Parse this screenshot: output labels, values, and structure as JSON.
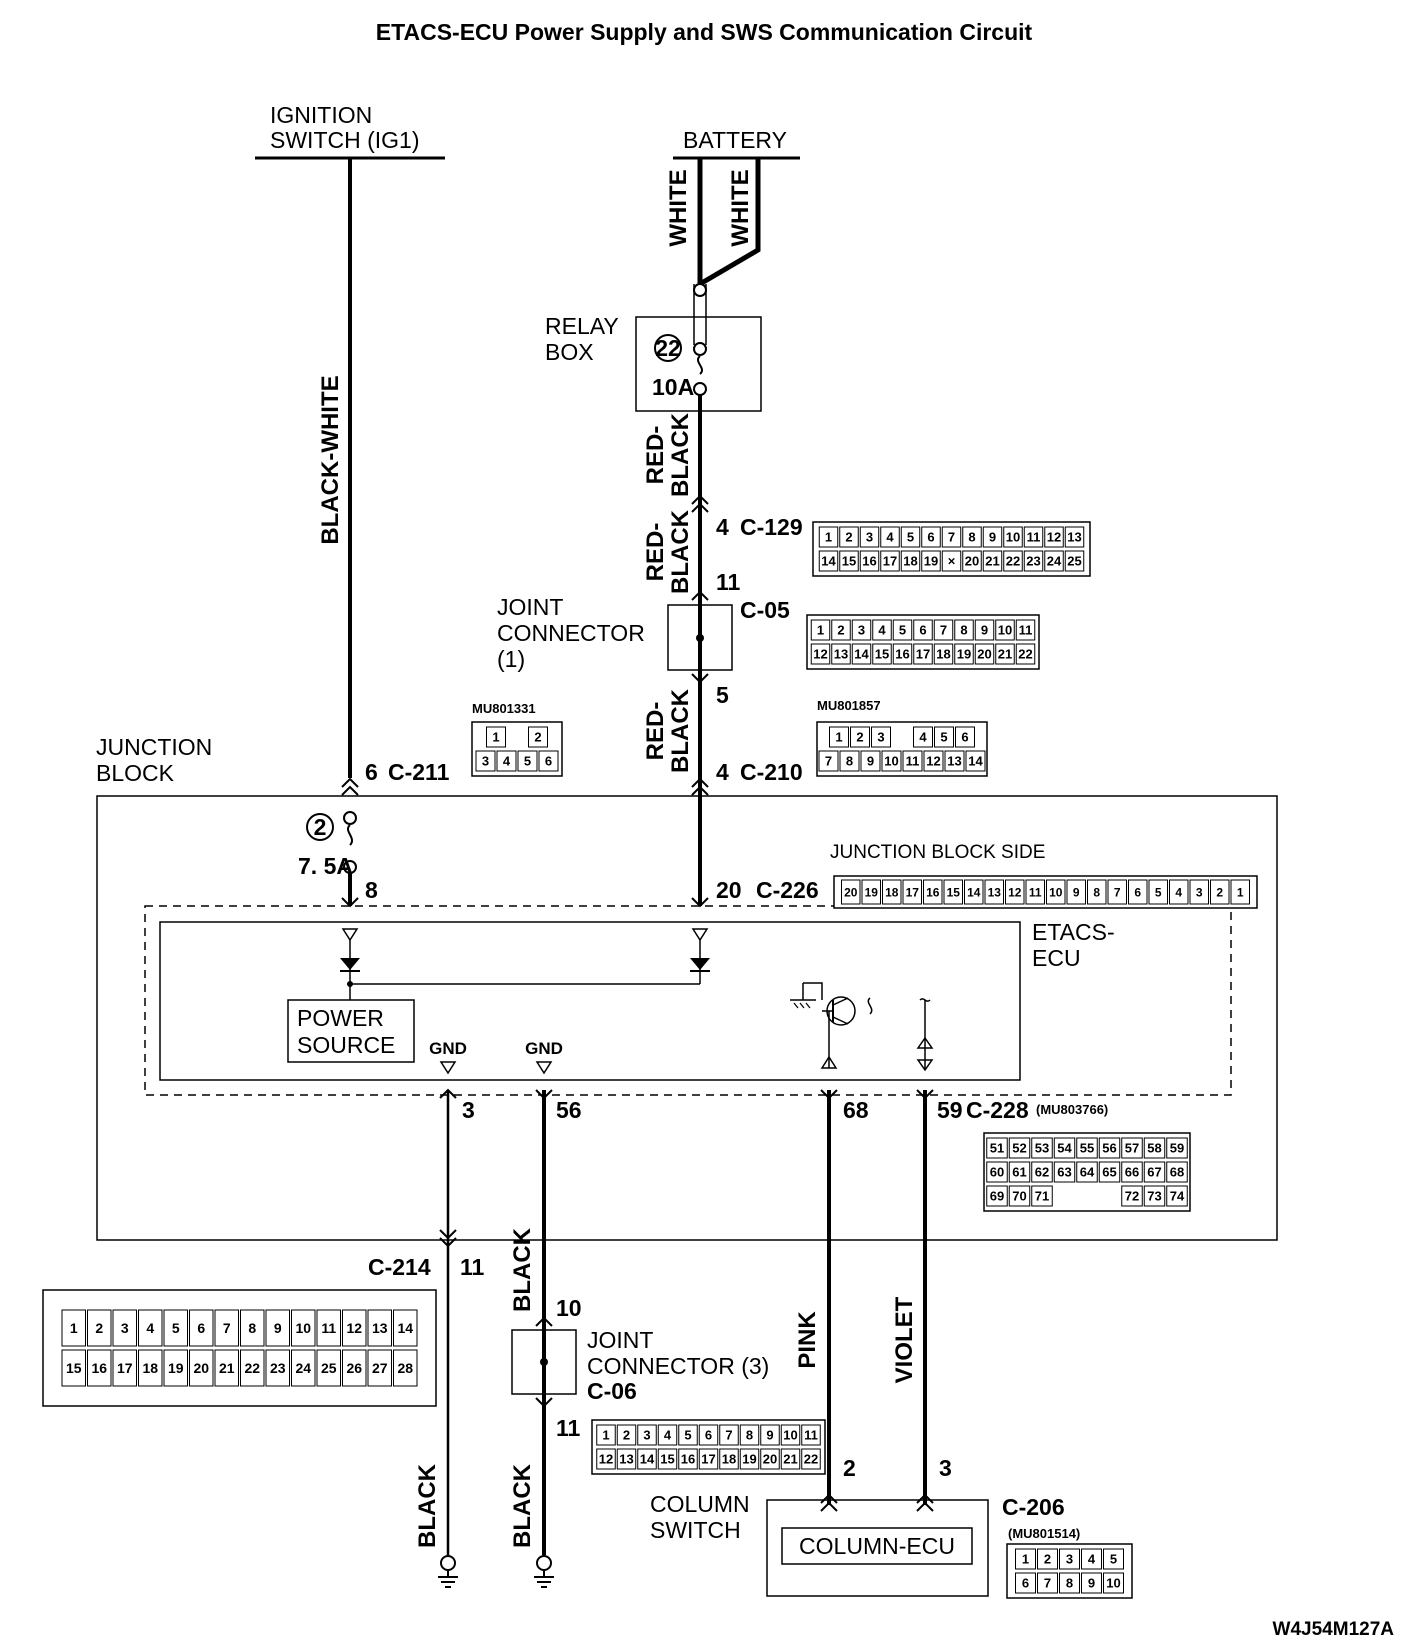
{
  "title": "ETACS-ECU Power Supply and SWS Communication Circuit",
  "figure_code": "W4J54M127A",
  "sources": {
    "ignition": [
      "IGNITION",
      "SWITCH (IG1)"
    ],
    "battery": "BATTERY"
  },
  "wire_colors": {
    "battery_left": "WHITE",
    "battery_right": "WHITE",
    "ignition": "BLACK-WHITE",
    "relay_out": [
      "RED-",
      "BLACK"
    ],
    "c129_out": [
      "RED-",
      "BLACK"
    ],
    "c05_out": [
      "RED-",
      "BLACK"
    ],
    "ground_56": "BLACK",
    "ground_3": "BLACK",
    "joint_out": "BLACK",
    "pink": "PINK",
    "violet": "VIOLET"
  },
  "relay_box": {
    "label": [
      "RELAY",
      "BOX"
    ],
    "fuse_no": "22",
    "fuse_rating": "10A"
  },
  "joint_connector_1": {
    "label": [
      "JOINT",
      "CONNECTOR",
      "(1)"
    ],
    "connector": "C-05",
    "pin_in": "11",
    "pin_out": "5"
  },
  "connector_c129": {
    "pin": "4",
    "id": "C-129"
  },
  "junction_block": {
    "label": [
      "JUNCTION",
      "BLOCK"
    ],
    "c211_pin": "6",
    "c211_id": "C-211",
    "c210_pin": "4",
    "c210_id": "C-210",
    "fuse_no": "2",
    "fuse_rating": "7. 5A",
    "side_label": "JUNCTION BLOCK SIDE",
    "pin_8": "8",
    "pin_20": "20",
    "c226_id": "C-226"
  },
  "etacs_ecu": {
    "label": [
      "ETACS-",
      "ECU"
    ],
    "power_source": [
      "POWER",
      "SOURCE"
    ],
    "gnd_1": "GND",
    "gnd_2": "GND",
    "pins": [
      "3",
      "56",
      "68",
      "59"
    ],
    "c228_id": "C-228",
    "c228_part": "(MU803766)"
  },
  "connector_c214": {
    "id": "C-214",
    "pin": "11"
  },
  "joint_connector_3": {
    "label": [
      "JOINT",
      "CONNECTOR (3)"
    ],
    "connector": "C-06",
    "pin_in": "10",
    "pin_out": "11"
  },
  "column_switch": {
    "label": [
      "COLUMN",
      "SWITCH"
    ],
    "ecu": "COLUMN-ECU",
    "pin_pink": "2",
    "pin_violet": "3",
    "connector": "C-206",
    "part": "(MU801514)"
  },
  "connector_faces": {
    "c129": {
      "top": [
        "1",
        "2",
        "3",
        "4",
        "5",
        "6",
        "7",
        "8",
        "9",
        "10",
        "11",
        "12",
        "13"
      ],
      "bottom": [
        "14",
        "15",
        "16",
        "17",
        "18",
        "19",
        "×",
        "20",
        "21",
        "22",
        "23",
        "24",
        "25"
      ]
    },
    "c05": {
      "top": [
        "1",
        "2",
        "3",
        "4",
        "5",
        "6",
        "7",
        "8",
        "9",
        "10",
        "11"
      ],
      "bottom": [
        "12",
        "13",
        "14",
        "15",
        "16",
        "17",
        "18",
        "19",
        "20",
        "21",
        "22"
      ]
    },
    "c210": {
      "part": "MU801857",
      "top": [
        "1",
        "2",
        "3",
        "",
        "4",
        "5",
        "6"
      ],
      "bottom": [
        "7",
        "8",
        "9",
        "10",
        "11",
        "12",
        "13",
        "14"
      ]
    },
    "c211": {
      "part": "MU801331",
      "top": [
        "1",
        "",
        "2"
      ],
      "bottom": [
        "3",
        "4",
        "5",
        "6"
      ]
    },
    "c226": [
      "20",
      "19",
      "18",
      "17",
      "16",
      "15",
      "14",
      "13",
      "12",
      "11",
      "10",
      "9",
      "8",
      "7",
      "6",
      "5",
      "4",
      "3",
      "2",
      "1"
    ],
    "c228": {
      "row1": [
        "51",
        "52",
        "53",
        "54",
        "55",
        "56",
        "57",
        "58",
        "59"
      ],
      "row2": [
        "60",
        "61",
        "62",
        "63",
        "64",
        "65",
        "66",
        "67",
        "68"
      ],
      "row3": [
        "69",
        "70",
        "71",
        "",
        "",
        "",
        "72",
        "73",
        "74"
      ]
    },
    "c214": {
      "top": [
        "1",
        "2",
        "3",
        "4",
        "5",
        "6",
        "7",
        "8",
        "9",
        "10",
        "11",
        "12",
        "13",
        "14"
      ],
      "bottom": [
        "15",
        "16",
        "17",
        "18",
        "19",
        "20",
        "21",
        "22",
        "23",
        "24",
        "25",
        "26",
        "27",
        "28"
      ]
    },
    "c06": {
      "top": [
        "1",
        "2",
        "3",
        "4",
        "5",
        "6",
        "7",
        "8",
        "9",
        "10",
        "11"
      ],
      "bottom": [
        "12",
        "13",
        "14",
        "15",
        "16",
        "17",
        "18",
        "19",
        "20",
        "21",
        "22"
      ]
    },
    "c206": {
      "top": [
        "1",
        "2",
        "3",
        "4",
        "5"
      ],
      "bottom": [
        "6",
        "7",
        "8",
        "9",
        "10"
      ]
    }
  }
}
